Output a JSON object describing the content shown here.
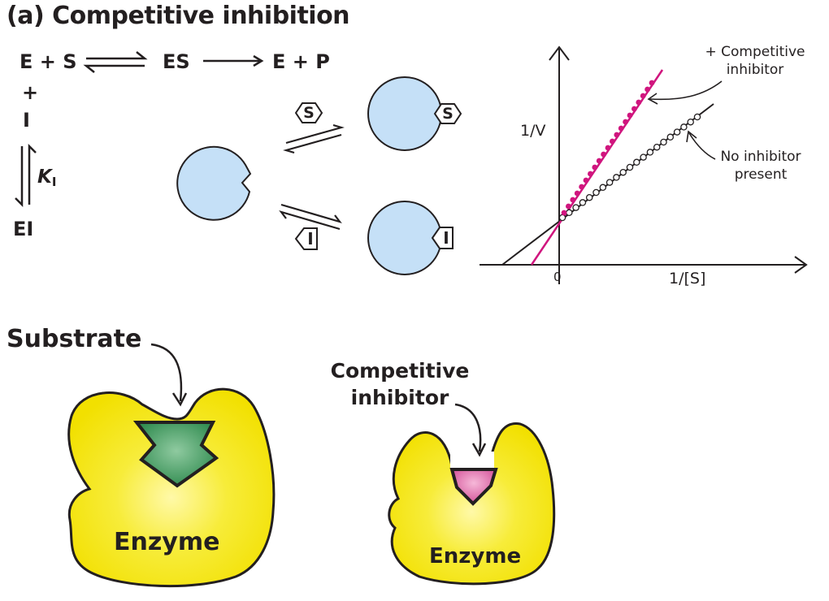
{
  "title": "(a) Competitive inhibition",
  "equation": {
    "E_plus_S": "E + S",
    "ES": "ES",
    "E_plus_P": "E + P",
    "plus": "+",
    "I": "I",
    "K": "K",
    "K_sub": "I",
    "EI": "EI"
  },
  "scheme": {
    "substrate_symbol": "S",
    "inhibitor_symbol": "I"
  },
  "graph": {
    "y_axis_label": "1/V",
    "x_axis_label": "1/[S]",
    "origin_label": "0",
    "competitive_label_line1": "+ Competitive",
    "competitive_label_line2": "inhibitor",
    "no_inhibitor_line1": "No inhibitor",
    "no_inhibitor_line2": "present"
  },
  "illustration": {
    "substrate_label": "Substrate",
    "enzyme_label_left": "Enzyme",
    "competitive_inhibitor_line1": "Competitive",
    "competitive_inhibitor_line2": "inhibitor",
    "enzyme_label_right": "Enzyme"
  },
  "colors": {
    "enzyme_yellow": "#f6e800",
    "enzyme_blue": "#c5e0f7",
    "substrate_green": "#2e8a4e",
    "inhibitor_pink": "#d4549a",
    "competitive_line": "#d0157e",
    "text": "#231f20"
  }
}
